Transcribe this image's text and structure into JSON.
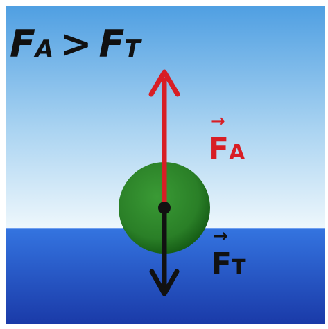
{
  "title": {
    "force_symbol": "F",
    "buoyant_subscript": "A",
    "relation": ">",
    "gravity_subscript": "T"
  },
  "vectors": {
    "buoyant": {
      "symbol": "F",
      "subscript": "A",
      "color": "#d81e25",
      "arrow": "→"
    },
    "gravity": {
      "symbol": "F",
      "subscript": "T",
      "color": "#111111",
      "arrow": "→"
    }
  },
  "colors": {
    "sky_top": "#55a6e4",
    "sky_bottom": "#e9f4fb",
    "water_top": "#2f6cdc",
    "water_bottom": "#1c3fae",
    "ball": "#2f8c2f",
    "ball_dark": "#145a14",
    "buoyant_arrow": "#d81e25",
    "gravity_arrow": "#111111"
  }
}
